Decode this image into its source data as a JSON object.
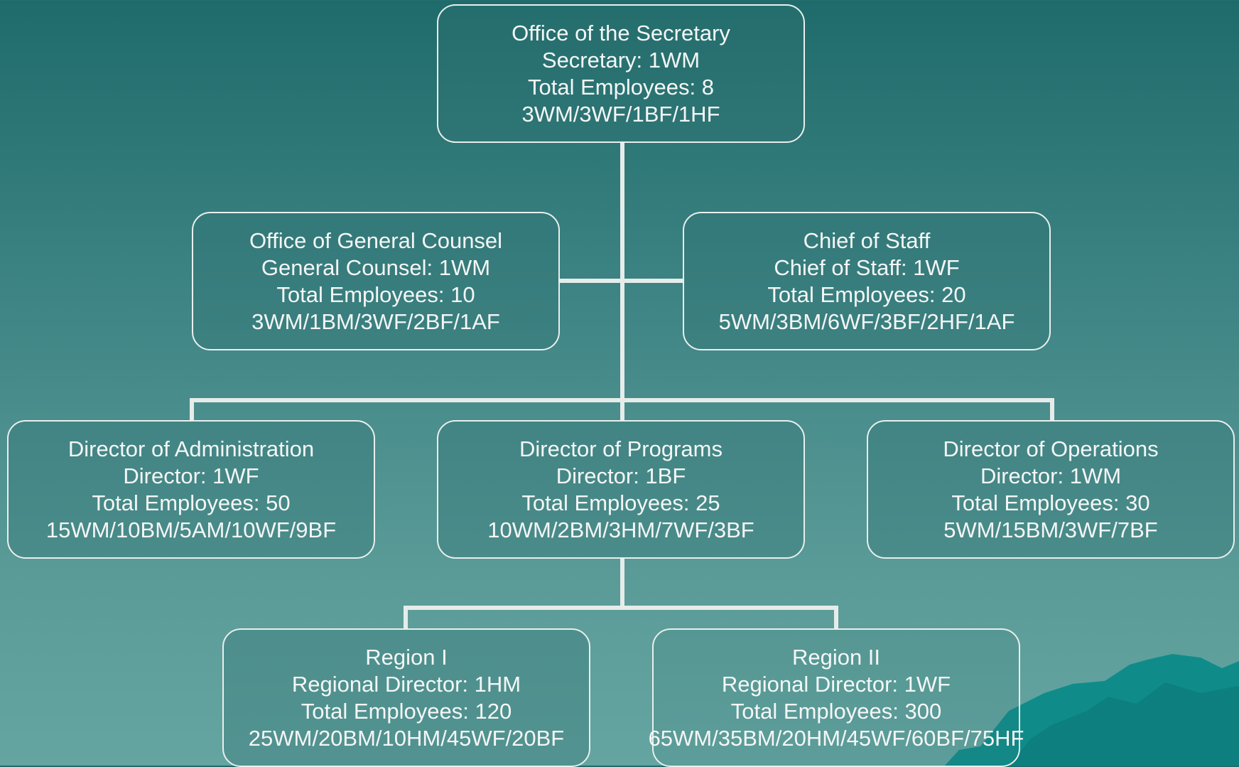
{
  "accent_colors": {
    "background_top": "#1f6b6b",
    "background_bottom": "#65a5a1",
    "line": "#e6ecea",
    "text": "#f4f7f6"
  },
  "nodes": {
    "secretary": {
      "title": "Office of the Secretary",
      "head": "Secretary: 1WM",
      "total": "Total Employees: 8",
      "breakdown": "3WM/3WF/1BF/1HF"
    },
    "general_counsel": {
      "title": "Office of General Counsel",
      "head": "General Counsel: 1WM",
      "total": "Total Employees: 10",
      "breakdown": "3WM/1BM/3WF/2BF/1AF"
    },
    "chief_of_staff": {
      "title": "Chief of Staff",
      "head": "Chief of Staff: 1WF",
      "total": "Total Employees: 20",
      "breakdown": "5WM/3BM/6WF/3BF/2HF/1AF"
    },
    "administration": {
      "title": "Director of Administration",
      "head": "Director: 1WF",
      "total": "Total Employees: 50",
      "breakdown": "15WM/10BM/5AM/10WF/9BF"
    },
    "programs": {
      "title": "Director of Programs",
      "head": "Director: 1BF",
      "total": "Total Employees: 25",
      "breakdown": "10WM/2BM/3HM/7WF/3BF"
    },
    "operations": {
      "title": "Director of Operations",
      "head": "Director: 1WM",
      "total": "Total Employees: 30",
      "breakdown": "5WM/15BM/3WF/7BF"
    },
    "region1": {
      "title": "Region I",
      "head": "Regional Director: 1HM",
      "total": "Total Employees: 120",
      "breakdown": "25WM/20BM/10HM/45WF/20BF"
    },
    "region2": {
      "title": "Region II",
      "head": "Regional Director: 1WF",
      "total": "Total Employees: 300",
      "breakdown": "65WM/35BM/20HM/45WF/60BF/75HF"
    }
  }
}
